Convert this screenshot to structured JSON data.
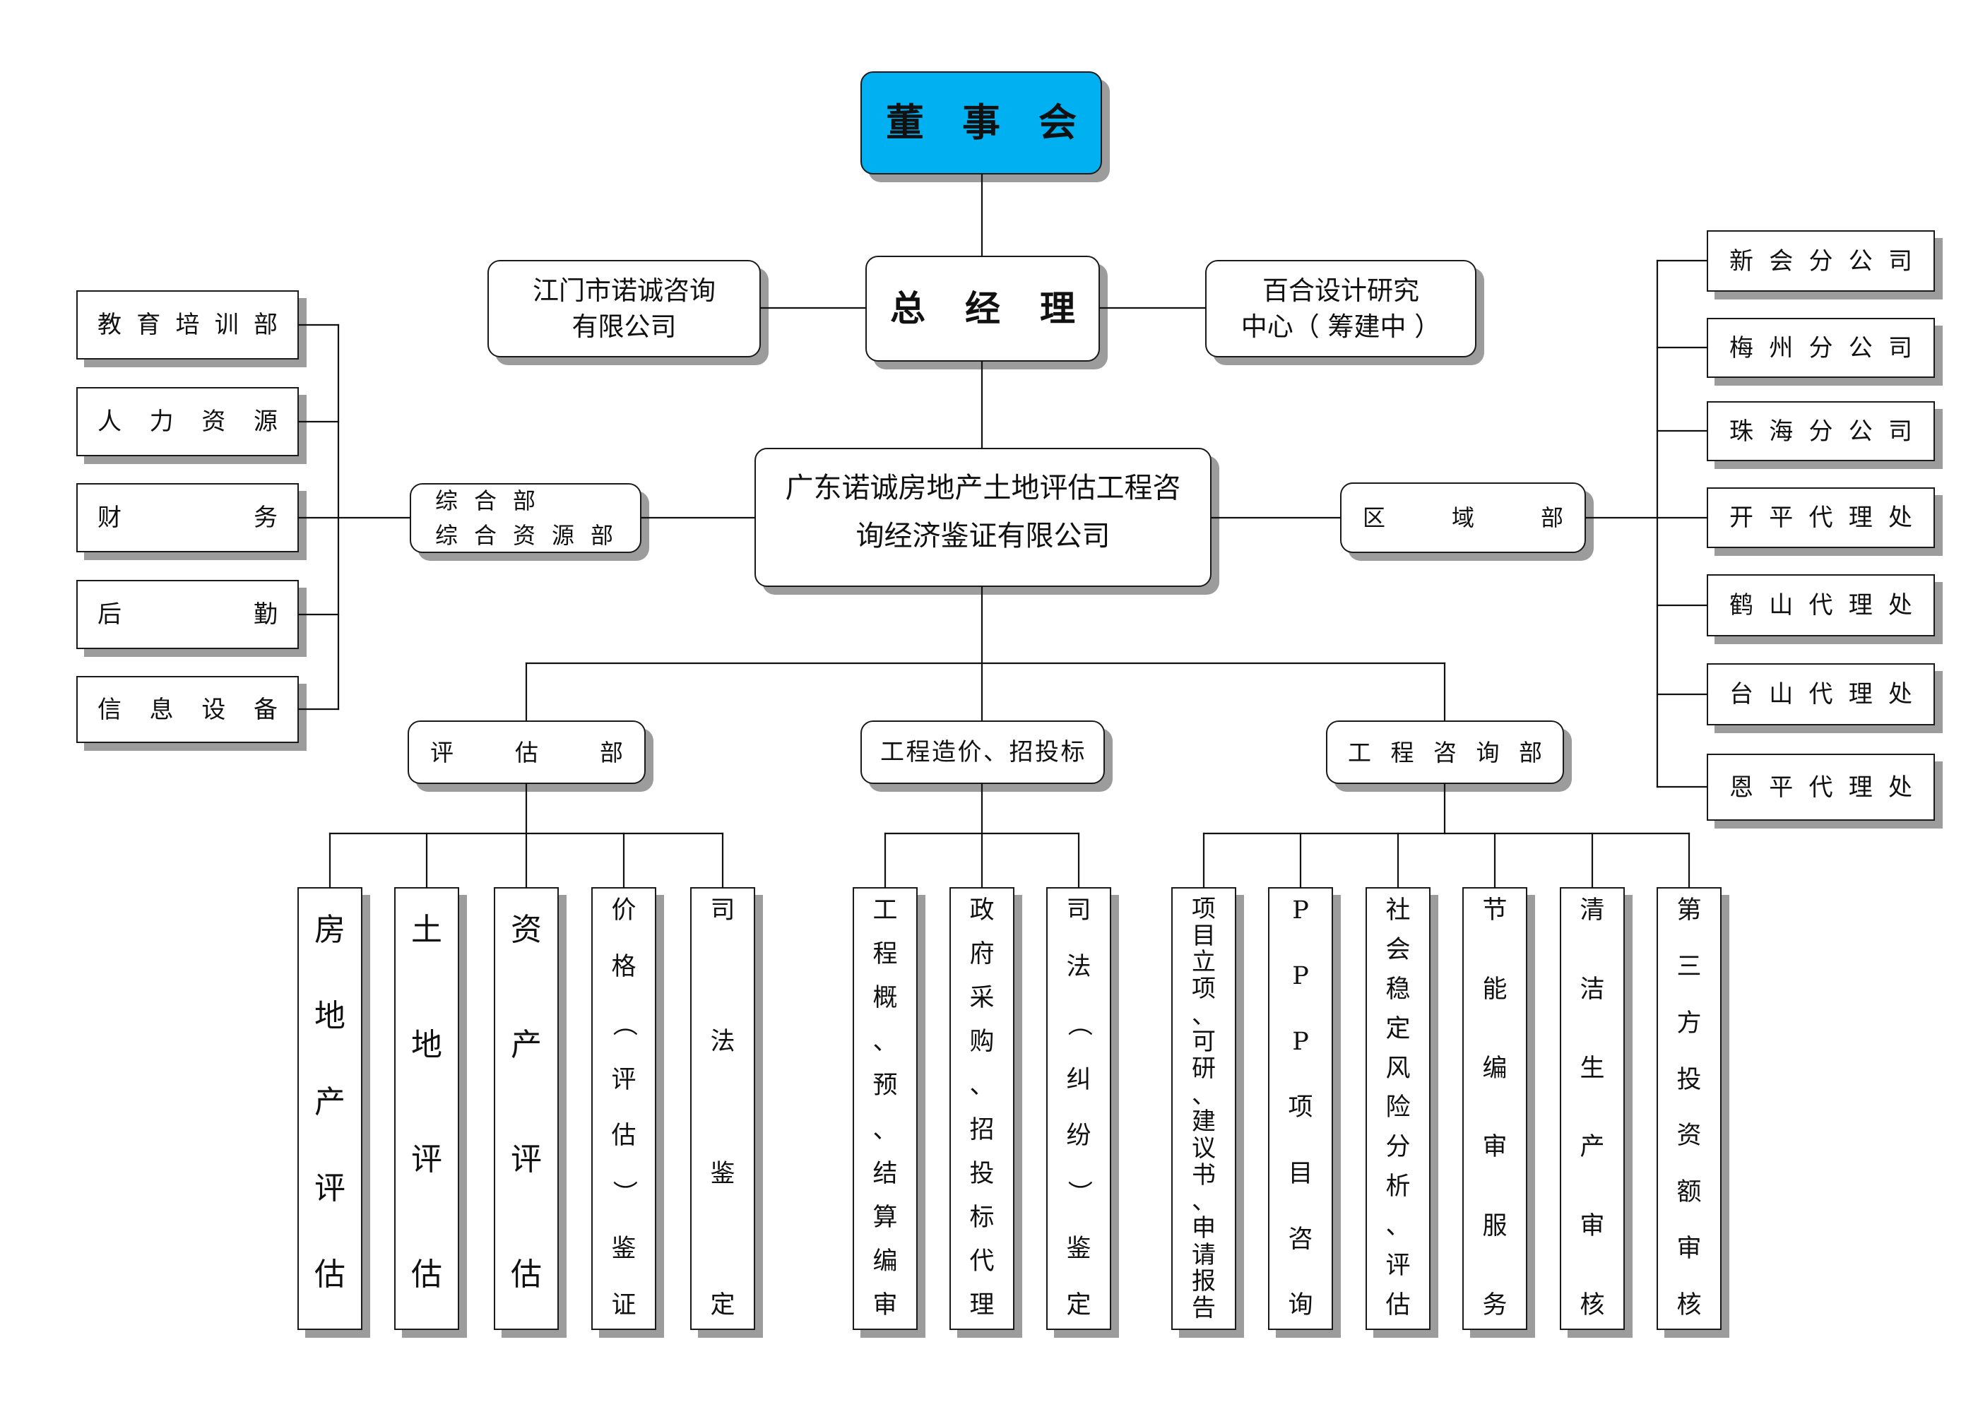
{
  "board": {
    "label": "董事会"
  },
  "general_manager": {
    "label": "总经理"
  },
  "affiliates": {
    "left": {
      "line1": "江门市诺诚咨询",
      "line2": "有限公司"
    },
    "right": {
      "line1": "百合设计研究",
      "line2": "中心（ 筹建中 ）"
    }
  },
  "company": {
    "line1": "广东诺诚房地产土地评估工程咨",
    "line2": "询经济鉴证有限公司"
  },
  "admin_dept": {
    "line1": "综合部",
    "line2": "综合资源部",
    "units": [
      "教育培训部",
      "人力资源",
      "财务",
      "后勤",
      "信息设备"
    ]
  },
  "regional_dept": {
    "label": "区域部",
    "branches": [
      "新会分公司",
      "梅州分公司",
      "珠海分公司",
      "开平代理处",
      "鹤山代理处",
      "台山代理处",
      "恩平代理处"
    ]
  },
  "departments": [
    {
      "label": "评估部",
      "services": [
        "房地产评估",
        "土地评估",
        "资产评估",
        "价格（评估）鉴证",
        "司法鉴定"
      ]
    },
    {
      "label": "工程造价、招投标",
      "services": [
        "工程概、预、结算编审",
        "政府采购、招投标代理",
        "司法（纠纷）鉴定"
      ]
    },
    {
      "label": "工程咨询部",
      "services": [
        "项目立项、可研、建议书、申请报告",
        "PPP项目咨询",
        "社会稳定风险分析、评估",
        "节能编审服务",
        "清洁生产审核",
        "第三方投资额审核"
      ]
    }
  ],
  "colors": {
    "board_fill": "#00B0F0",
    "box_border": "#1a1a1a",
    "box_shadow": "#9c9c9c",
    "connector": "#111111"
  }
}
